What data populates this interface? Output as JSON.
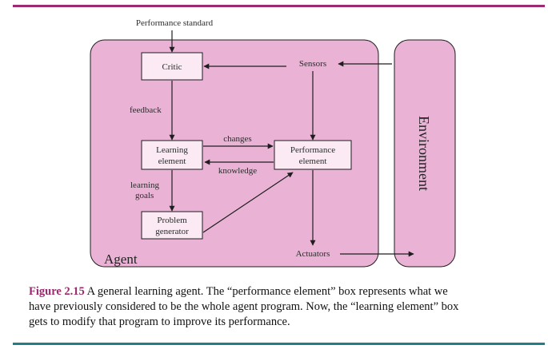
{
  "diagram": {
    "top_input_label": "Performance standard",
    "boxes": {
      "critic": "Critic",
      "learning_element": [
        "Learning",
        "element"
      ],
      "performance_element": [
        "Performance",
        "element"
      ],
      "problem_generator": [
        "Problem",
        "generator"
      ]
    },
    "sensors": "Sensors",
    "actuators": "Actuators",
    "agent": "Agent",
    "environment": "Environment",
    "edge_labels": {
      "feedback": "feedback",
      "changes": "changes",
      "knowledge": "knowledge",
      "learning_goals": [
        "learning",
        "goals"
      ]
    },
    "colors": {
      "region_fill": "#eab3d6",
      "box_fill": "#fbeaf3",
      "line": "#1e1e1e"
    }
  },
  "caption": {
    "figure_number": "Figure 2.15",
    "text_line1": "A general learning agent. The “performance element” box represents what we",
    "text_line2": "have previously considered to be the whole agent program. Now, the “learning element” box",
    "text_line3": "gets to modify that program to improve its performance."
  },
  "rule_colors": {
    "top": "#9c2a6e",
    "bottom": "#1f7f84"
  }
}
